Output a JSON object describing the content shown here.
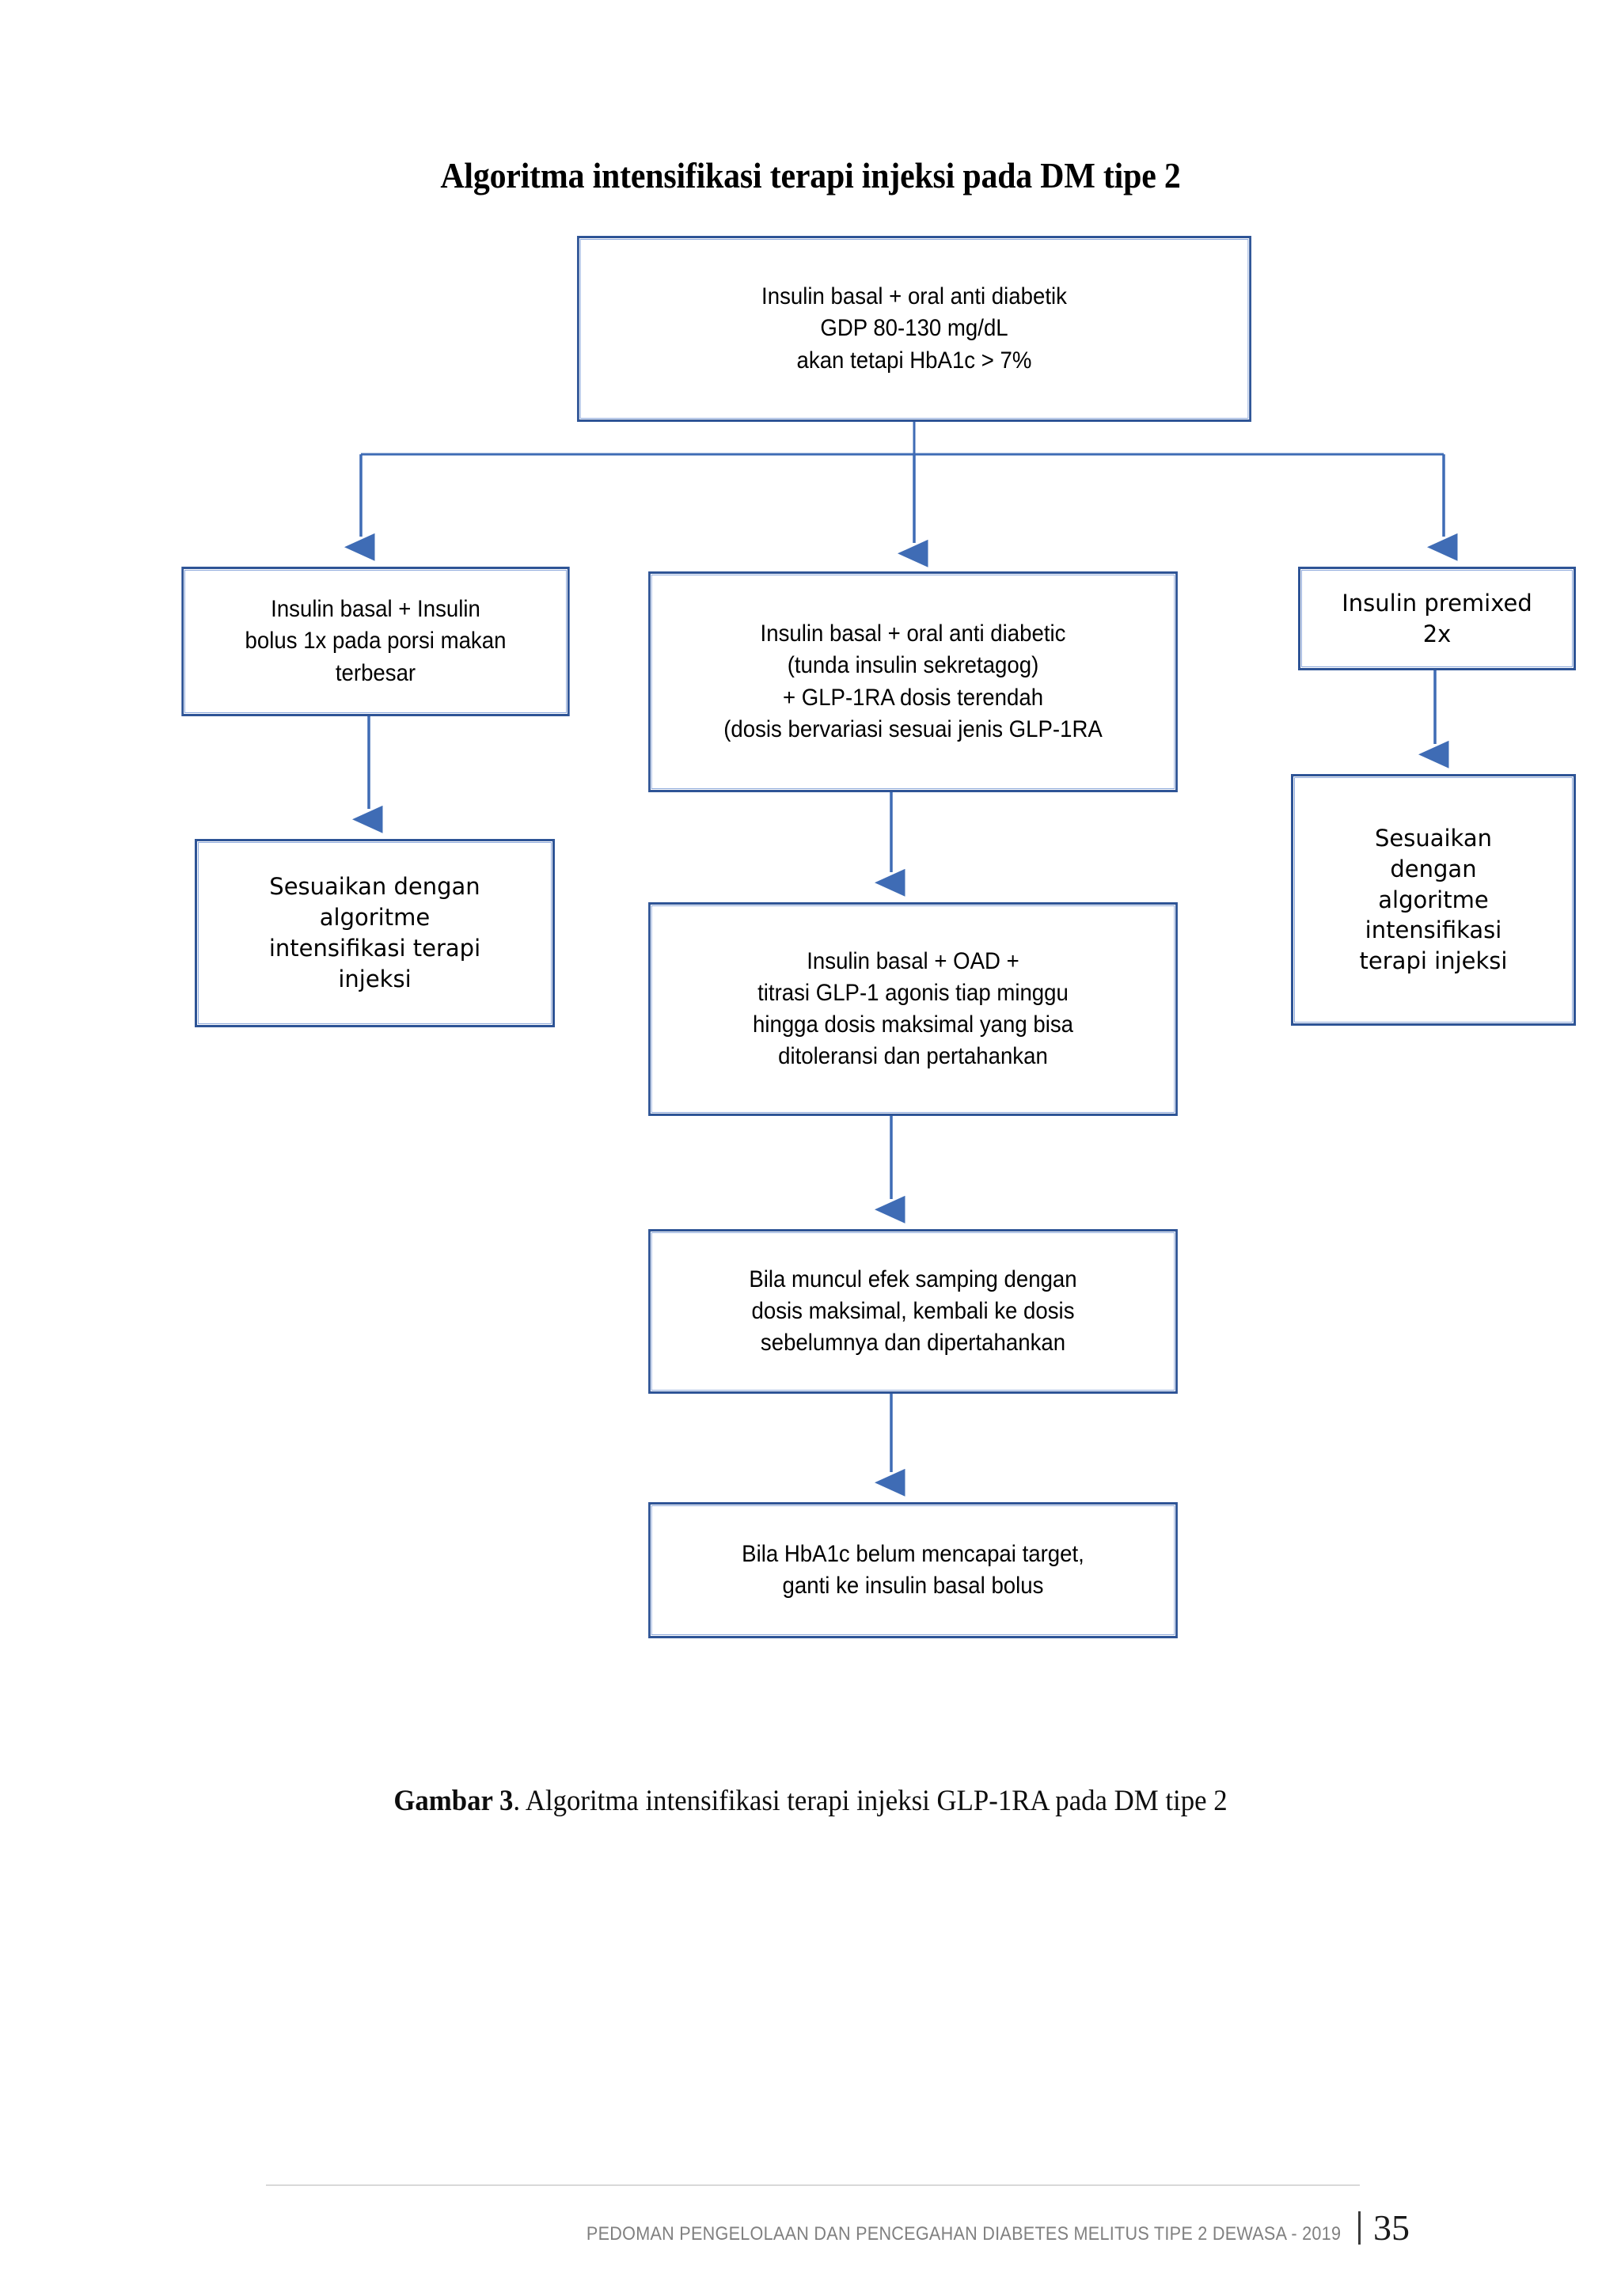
{
  "page": {
    "title": "Algoritma intensifikasi terapi injeksi pada DM tipe 2"
  },
  "flowchart": {
    "nodes": {
      "top": "Insulin basal + oral anti diabetik\nGDP 80-130 mg/dL\nakan tetapi HbA1c > 7%",
      "branch_left": "Insulin basal + Insulin\nbolus 1x pada porsi makan\nterbesar",
      "branch_center": "Insulin basal + oral anti diabetic\n(tunda insulin sekretagog)\n+ GLP-1RA dosis terendah\n(dosis bervariasi sesuai jenis GLP-1RA",
      "branch_right": "Insulin premixed\n2x",
      "left_step_2": "Sesuaikan dengan\nalgoritme\nintensifikasi terapi\ninjeksi",
      "right_step_2": "Sesuaikan\ndengan\nalgoritme\nintensifikasi\nterapi injeksi",
      "center_step_2": "Insulin basal + OAD +\ntitrasi  GLP-1 agonis tiap minggu\nhingga dosis maksimal yang bisa\nditoleransi dan pertahankan",
      "center_step_3": "Bila muncul efek samping dengan\ndosis maksimal, kembali ke dosis\nsebelumnya dan dipertahankan",
      "center_step_4": "Bila HbA1c belum mencapai target,\nganti ke insulin basal bolus"
    },
    "colors": {
      "node_border": "#2e5496",
      "connector": "#3f6cb5",
      "node_fill": "#ffffff"
    }
  },
  "caption": {
    "label": "Gambar 3",
    "text": ". Algoritma intensifikasi terapi injeksi GLP-1RA pada DM tipe 2"
  },
  "footer": {
    "text": "PEDOMAN PENGELOLAAN DAN PENCEGAHAN DIABETES MELITUS TIPE 2 DEWASA - 2019",
    "page_number": "35"
  }
}
